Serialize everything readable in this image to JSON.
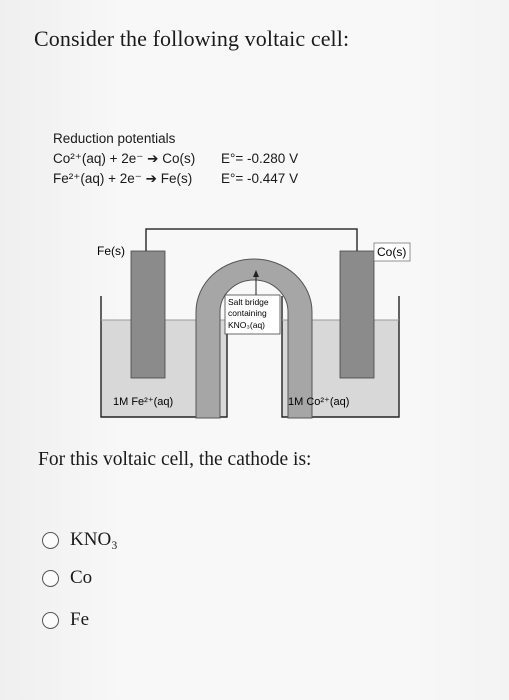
{
  "question": {
    "title": "Consider the following voltaic cell:",
    "prompt": "For this voltaic cell, the cathode is:"
  },
  "reduction_potentials": {
    "heading": "Reduction potentials",
    "rows": [
      {
        "half": "Co²⁺(aq) + 2e⁻ ➔ Co(s)",
        "potential": "E°= -0.280 V"
      },
      {
        "half": "Fe²⁺(aq) + 2e⁻ ➔ Fe(s)",
        "potential": "E°= -0.447 V"
      }
    ]
  },
  "diagram": {
    "left_electrode": "Fe(s)",
    "right_electrode": "Co(s)",
    "salt_bridge": [
      "Salt bridge",
      "containing",
      "KNO₃(aq)"
    ],
    "left_solution": "1M Fe²⁺(aq)",
    "right_solution": "1M Co²⁺(aq)"
  },
  "options": [
    {
      "label": "KNO₃",
      "selected": false
    },
    {
      "label": "Co",
      "selected": false
    },
    {
      "label": "Fe",
      "selected": false
    }
  ],
  "colors": {
    "electrode": "#8a8a8a",
    "solution": "#d7d7d7",
    "salt_bridge": "#a3a3a3",
    "radio_border": "#555555"
  }
}
